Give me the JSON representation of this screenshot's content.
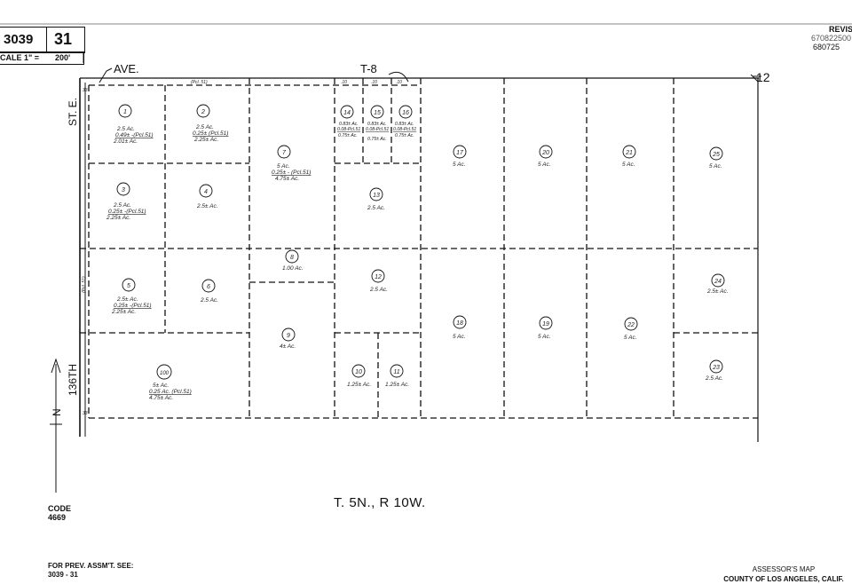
{
  "header": {
    "book": "3039",
    "page": "31",
    "scale_prefix": "CALE 1\" =",
    "scale_value": "200'",
    "revised_label": "REVISE",
    "revised_dates": [
      "670822500",
      "680725"
    ]
  },
  "streets": {
    "top_ave": "AVE.",
    "top_t8": "T-8",
    "top_corner": "12",
    "left_st_e": "ST. E.",
    "left_136th": "136TH",
    "pm_note_left": "(Pcl. 51)",
    "pm_note_top": "(Pcl. 51)"
  },
  "small_dims": [
    "33",
    "33",
    ".10",
    ".10",
    ".10"
  ],
  "parcels": [
    {
      "id": "1",
      "lines": [
        "2.5 Ac.",
        "0.49± -(Pcl.51)",
        "2.01± Ac."
      ]
    },
    {
      "id": "2",
      "lines": [
        "2.5 Ac.",
        "0.25± (Pcl.51)",
        "2.25± Ac."
      ]
    },
    {
      "id": "3",
      "lines": [
        "2.5 Ac.",
        "0.25± -(Pcl.51)",
        "2.25± Ac."
      ]
    },
    {
      "id": "4",
      "lines": [
        "2.5± Ac."
      ]
    },
    {
      "id": "5",
      "lines": [
        "2.5± Ac.",
        "0.25± -(Pcl.51)",
        "2.25± Ac."
      ]
    },
    {
      "id": "6",
      "lines": [
        "2.5 Ac."
      ]
    },
    {
      "id": "7",
      "lines": [
        "5 Ac.",
        "0.25± - (Pcl.51)",
        "4.75± Ac."
      ]
    },
    {
      "id": "8",
      "lines": [
        "1.00 Ac."
      ]
    },
    {
      "id": "9",
      "lines": [
        "4± Ac."
      ]
    },
    {
      "id": "10",
      "lines": [
        "1.25± Ac."
      ]
    },
    {
      "id": "11",
      "lines": [
        "1.25± Ac."
      ]
    },
    {
      "id": "12",
      "lines": [
        "2.5 Ac."
      ]
    },
    {
      "id": "13",
      "lines": [
        "2.5 Ac."
      ]
    },
    {
      "id": "14",
      "lines": [
        "0.83± Ac.",
        "0.08-Pcl.51",
        "0.75± Ac."
      ]
    },
    {
      "id": "15",
      "lines": [
        "0.83± Ac.",
        "0.08-Pcl.51",
        "0.75± Ac."
      ]
    },
    {
      "id": "16",
      "lines": [
        "0.83± Ac.",
        "0.08-Pcl.51",
        "0.75± Ac."
      ]
    },
    {
      "id": "17",
      "lines": [
        "5 Ac."
      ]
    },
    {
      "id": "18",
      "lines": [
        "5 Ac."
      ]
    },
    {
      "id": "19",
      "lines": [
        "5 Ac."
      ]
    },
    {
      "id": "20",
      "lines": [
        "5 Ac."
      ]
    },
    {
      "id": "21",
      "lines": [
        "5 Ac."
      ]
    },
    {
      "id": "22",
      "lines": [
        "5 Ac."
      ]
    },
    {
      "id": "23",
      "lines": [
        "2.5 Ac."
      ]
    },
    {
      "id": "24",
      "lines": [
        "2.5± Ac."
      ]
    },
    {
      "id": "25",
      "lines": [
        "5 Ac."
      ]
    },
    {
      "id": "100",
      "lines": [
        "5± Ac.",
        "0.25 Ac. (Pcl.51)",
        "4.75± Ac."
      ]
    }
  ],
  "township": "T. 5N., R 10W.",
  "north_label": "N",
  "code": {
    "label": "CODE",
    "value": "4669"
  },
  "prev_assmt": {
    "label": "FOR PREV. ASSM'T. SEE:",
    "value": "3039 - 31"
  },
  "footer": {
    "line1": "ASSESSOR'S MAP",
    "line2": "COUNTY OF LOS ANGELES, CALIF."
  }
}
